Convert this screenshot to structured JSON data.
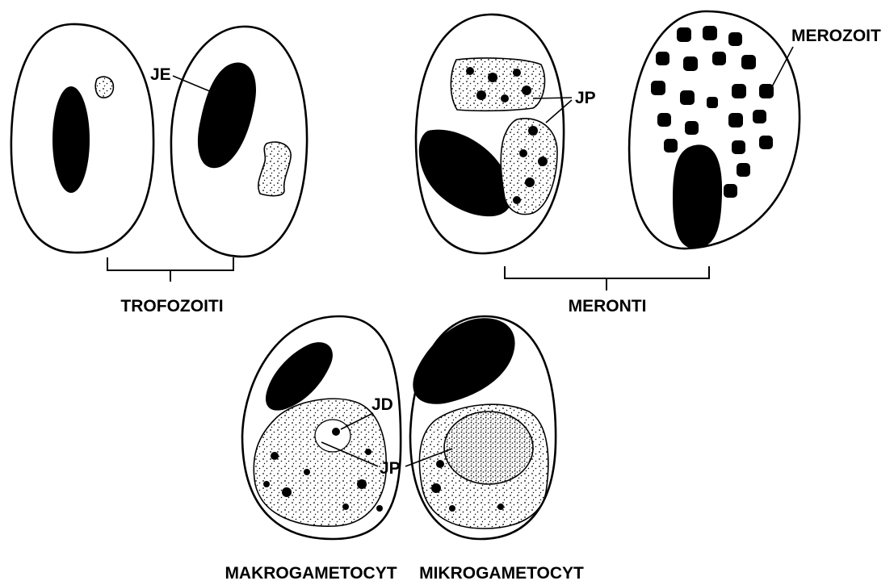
{
  "labels": {
    "trofozoiti": "TROFOZOITI",
    "meronti": "MERONTI",
    "makrogametocyt": "MAKROGAMETOCYT",
    "mikrogametocyt": "MIKROGAMETOCYT",
    "je": "JE",
    "jp_meront": "JP",
    "merozoit": "MEROZOIT",
    "jd": "JD",
    "jp_gametocyt": "JP"
  },
  "colors": {
    "ink": "#000000",
    "background": "#ffffff"
  }
}
